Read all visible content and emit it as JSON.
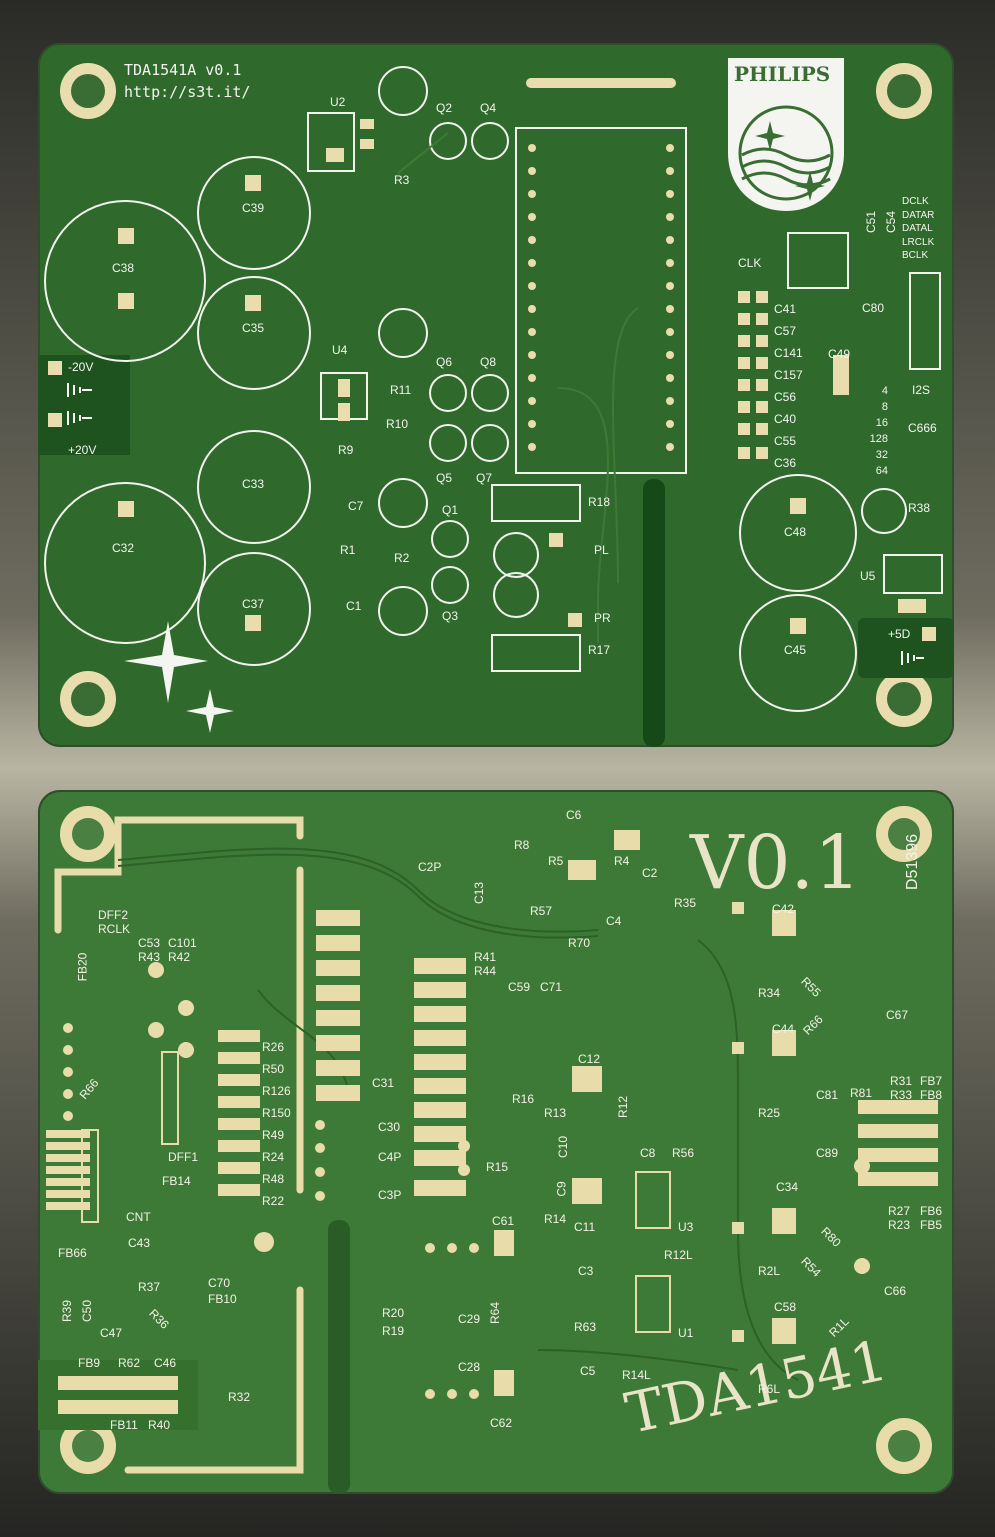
{
  "top": {
    "title": "TDA1541A v0.1",
    "url": "http://s3t.it/",
    "brand": "PHILIPS",
    "labels": {
      "u2": "U2",
      "u4": "U4",
      "u5": "U5",
      "r3": "R3",
      "q2": "Q2",
      "q4": "Q4",
      "q6": "Q6",
      "q8": "Q8",
      "q5": "Q5",
      "q7": "Q7",
      "q1": "Q1",
      "q3": "Q3",
      "r11": "R11",
      "r10": "R10",
      "r9": "R9",
      "c7": "C7",
      "r1": "R1",
      "r2": "R2",
      "c1": "C1",
      "r18": "R18",
      "r17": "R17",
      "pl": "PL",
      "pr": "PR",
      "c38": "C38",
      "c39": "C39",
      "c35": "C35",
      "c33": "C33",
      "c32": "C32",
      "c37": "C37",
      "c48": "C48",
      "c45": "C45",
      "c49": "C49",
      "c80": "C80",
      "c51": "C51",
      "c54": "C54",
      "c666": "C666",
      "r38": "R38",
      "clk": "CLK",
      "i2s": "I2S",
      "neg20": "-20V",
      "pos20": "+20V",
      "pos5": "+5D",
      "c41": "C41",
      "c57": "C57",
      "c141": "C141",
      "c157": "C157",
      "c56": "C56",
      "c40": "C40",
      "c55": "C55",
      "c36": "C36"
    },
    "i2s_pins": [
      "DCLK",
      "DATAR",
      "DATAL",
      "LRCLK",
      "BCLK"
    ],
    "dividers": [
      "4",
      "8",
      "16",
      "128",
      "32",
      "64"
    ]
  },
  "bottom": {
    "version": "V0.1",
    "chip": "TDA1541",
    "code": "D51396",
    "labels": {
      "c2p": "C2P",
      "c13": "C13",
      "r8": "R8",
      "c6": "C6",
      "r5": "R5",
      "r4": "R4",
      "c2": "C2",
      "c4": "C4",
      "r35": "R35",
      "r57": "R57",
      "r70": "R70",
      "r41": "R41",
      "r44": "R44",
      "c59": "C59",
      "c71": "C71",
      "c42": "C42",
      "r34": "R34",
      "r55": "R55",
      "c67": "C67",
      "c44": "C44",
      "r66": "R66",
      "r25": "R25",
      "c81": "C81",
      "r81": "R81",
      "r31": "R31",
      "fb7": "FB7",
      "r33": "R33",
      "fb8": "FB8",
      "c89": "C89",
      "r27": "R27",
      "fb6": "FB6",
      "r23": "R23",
      "fb5": "FB5",
      "c34": "C34",
      "r80": "R80",
      "r54": "R54",
      "c66": "C66",
      "c58": "C58",
      "r1l": "R1L",
      "r6l": "R6L",
      "r2l": "R2L",
      "r12l": "R12L",
      "r14l": "R14L",
      "u1": "U1",
      "u3": "U3",
      "c12": "C12",
      "r16": "R16",
      "r13": "R13",
      "r12": "R12",
      "c10": "C10",
      "c8": "C8",
      "r56": "R56",
      "r15": "R15",
      "c9": "C9",
      "r14": "R14",
      "c11": "C11",
      "c3": "C3",
      "r63": "R63",
      "c5": "C5",
      "c61": "C61",
      "r64": "R64",
      "c29": "C29",
      "c28": "C28",
      "r20": "R20",
      "r19": "R19",
      "c62": "C62",
      "c31": "C31",
      "c30": "C30",
      "c4p": "C4P",
      "c3p": "C3P",
      "dff2": "DFF2",
      "rclk": "RCLK",
      "c53": "C53",
      "c101": "C101",
      "r43": "R43",
      "r42": "R42",
      "fb20": "FB20",
      "r66b": "R66",
      "dff1": "DFF1",
      "fb14": "FB14",
      "cnt": "CNT",
      "r26": "R26",
      "r50": "R50",
      "r126": "R126",
      "r150": "R150",
      "r49": "R49",
      "r24": "R24",
      "r48": "R48",
      "r22": "R22",
      "fb66": "FB66",
      "c43": "C43",
      "r37": "R37",
      "c70": "C70",
      "fb10": "FB10",
      "r39": "R39",
      "c50": "C50",
      "c47": "C47",
      "r36": "R36",
      "fb9": "FB9",
      "r62": "R62",
      "c46": "C46",
      "r32": "R32",
      "fb11": "FB11",
      "r40": "R40"
    }
  },
  "colors": {
    "board_top": "#2f6a2c",
    "board_bottom": "#3e7a37",
    "silk": "#f2f2ee",
    "copper": "#e8dcaa"
  }
}
